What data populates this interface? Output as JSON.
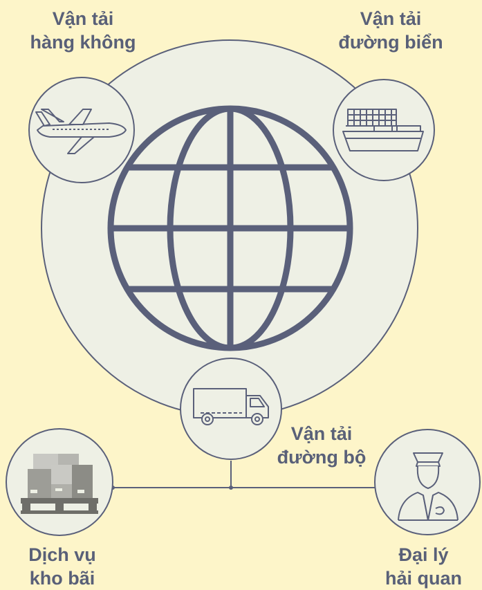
{
  "labels": {
    "air": {
      "line1": "Vận tải",
      "line2": "hàng không"
    },
    "sea": {
      "line1": "Vận tải",
      "line2": "đường biển"
    },
    "road": {
      "line1": "Vận tải",
      "line2": "đường bộ"
    },
    "warehouse": {
      "line1": "Dịch vụ",
      "line2": "kho bãi"
    },
    "customs": {
      "line1": "Đại lý",
      "line2": "hải quan"
    }
  },
  "icons": {
    "center": "globe-icon",
    "air": "airplane-icon",
    "sea": "cargo-ship-icon",
    "road": "delivery-truck-icon",
    "warehouse": "warehouse-boxes-icon",
    "customs": "customs-officer-icon"
  },
  "colors": {
    "background": "#fdf5c9",
    "circle_fill": "#eef0e5",
    "stroke": "#5a607a",
    "text": "#596078",
    "warehouse_gray": "#8c8c86"
  }
}
